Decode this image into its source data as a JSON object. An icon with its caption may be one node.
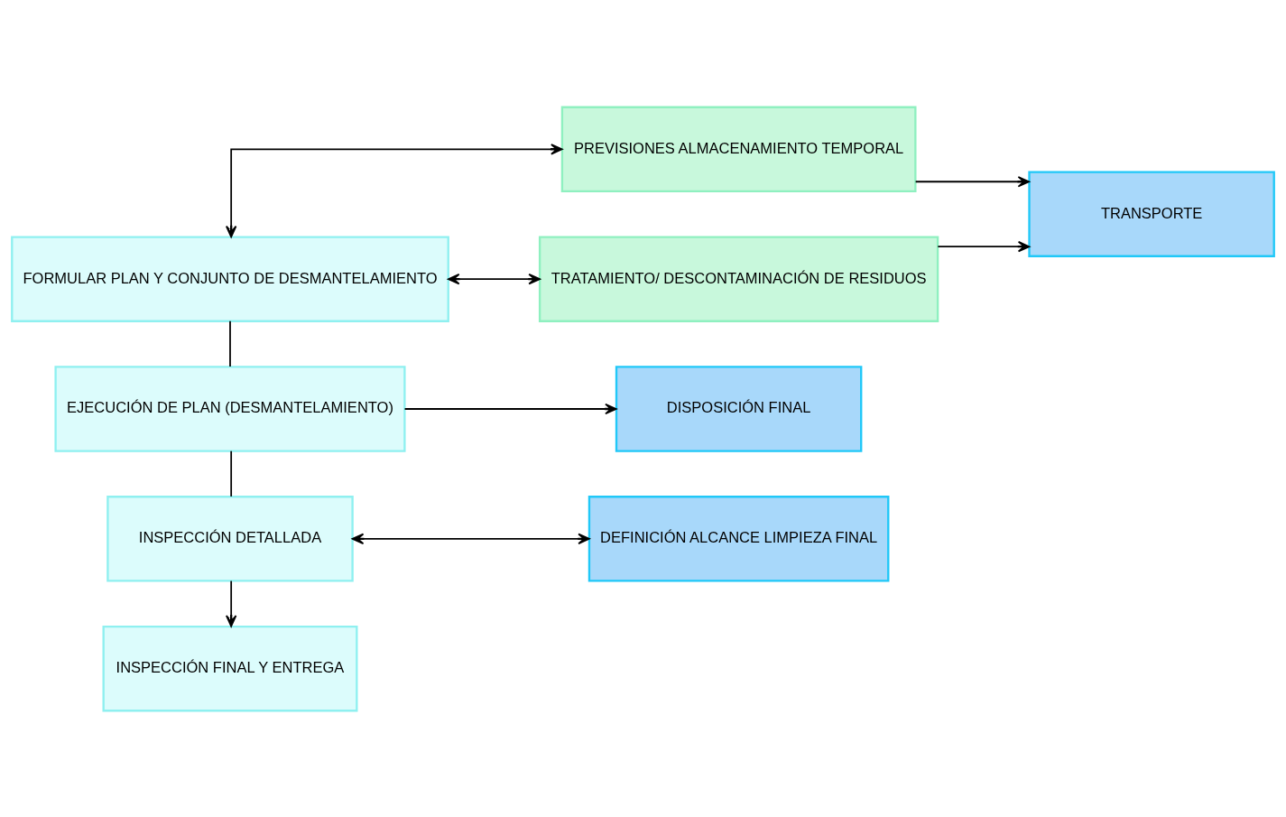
{
  "diagram": {
    "nodes": [
      {
        "text": [
          "FORMULAR PLAN Y CONJUNTO DE DESMANTELAMIENTO"
        ]
      },
      {
        "text": [
          "PREVISIONES ALMACENAMIENTO TEMPORAL"
        ]
      },
      {
        "text": [
          "TRATAMIENTO/ DESCONTAMINACIÓN DE RESIDUOS"
        ]
      },
      {
        "text": [
          "TRANSPORTE"
        ]
      },
      {
        "text": [
          "EJECUCIÓN DE PLAN (DESMANTELAMIENTO)"
        ]
      },
      {
        "text": [
          "DISPOSICIÓN FINAL"
        ]
      },
      {
        "text": [
          "INSPECCIÓN DETALLADA"
        ]
      },
      {
        "text": [
          "DEFINICIÓN ALCANCE LIMPIEZA FINAL"
        ]
      },
      {
        "text": [
          "INSPECCIÓN FINAL Y ENTREGA"
        ]
      }
    ],
    "edges": [
      {
        "from": 0,
        "to": 1,
        "arrow": "both"
      },
      {
        "from": 0,
        "to": 2,
        "arrow": "both"
      },
      {
        "from": 1,
        "to": 3,
        "arrow": "to"
      },
      {
        "from": 2,
        "to": 3,
        "arrow": "to"
      },
      {
        "from": 0,
        "to": 4,
        "arrow": "none"
      },
      {
        "from": 4,
        "to": 5,
        "arrow": "to"
      },
      {
        "from": 4,
        "to": 6,
        "arrow": "none"
      },
      {
        "from": 6,
        "to": 7,
        "arrow": "both"
      },
      {
        "from": 6,
        "to": 8,
        "arrow": "to"
      }
    ]
  }
}
